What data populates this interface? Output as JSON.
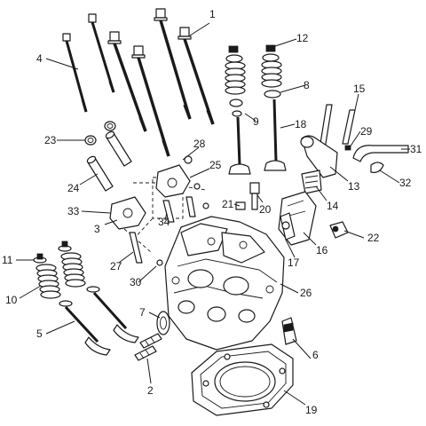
{
  "diagram": {
    "callouts": [
      {
        "id": "c1",
        "label": "1"
      },
      {
        "id": "c2",
        "label": "2"
      },
      {
        "id": "c3",
        "label": "3"
      },
      {
        "id": "c4",
        "label": "4"
      },
      {
        "id": "c5",
        "label": "5"
      },
      {
        "id": "c6",
        "label": "6"
      },
      {
        "id": "c7",
        "label": "7"
      },
      {
        "id": "c8",
        "label": "8"
      },
      {
        "id": "c9",
        "label": "9"
      },
      {
        "id": "c10",
        "label": "10"
      },
      {
        "id": "c11",
        "label": "11"
      },
      {
        "id": "c12",
        "label": "12"
      },
      {
        "id": "c13",
        "label": "13"
      },
      {
        "id": "c14",
        "label": "14"
      },
      {
        "id": "c15",
        "label": "15"
      },
      {
        "id": "c16",
        "label": "16"
      },
      {
        "id": "c17",
        "label": "17"
      },
      {
        "id": "c18",
        "label": "18"
      },
      {
        "id": "c19",
        "label": "19"
      },
      {
        "id": "c20",
        "label": "20"
      },
      {
        "id": "c21",
        "label": "21"
      },
      {
        "id": "c22",
        "label": "22"
      },
      {
        "id": "c23",
        "label": "23"
      },
      {
        "id": "c24",
        "label": "24"
      },
      {
        "id": "c25",
        "label": "25"
      },
      {
        "id": "c26",
        "label": "26"
      },
      {
        "id": "c27",
        "label": "27"
      },
      {
        "id": "c28",
        "label": "28"
      },
      {
        "id": "c29",
        "label": "29"
      },
      {
        "id": "c30",
        "label": "30"
      },
      {
        "id": "c31",
        "label": "31"
      },
      {
        "id": "c32",
        "label": "32"
      },
      {
        "id": "c33",
        "label": "33"
      },
      {
        "id": "c34",
        "label": "34"
      }
    ]
  }
}
